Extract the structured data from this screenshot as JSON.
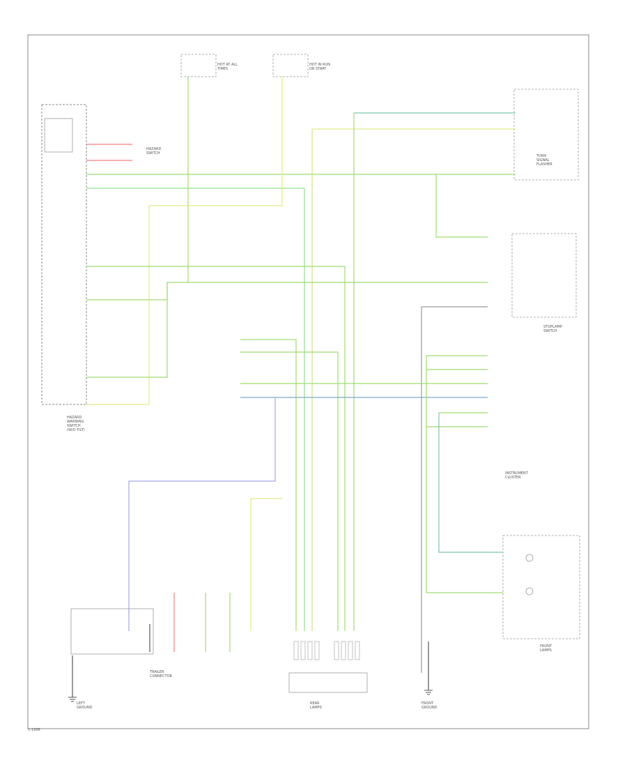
{
  "diagram": {
    "components": {
      "hazard_switch": {
        "lines": [
          "HAZARD",
          "WARNING",
          "SWITCH",
          "(W/O TILT)"
        ]
      },
      "turn_signal_switch": {
        "lines": [
          "HAZARD",
          "SWITCH"
        ]
      },
      "hot_fuse": {
        "lines": [
          "HOT AT ALL",
          "TIMES"
        ]
      },
      "hot_run_fuse": {
        "lines": [
          "HOT IN RUN",
          "OR START"
        ]
      },
      "flasher": {
        "lines": [
          "TURN",
          "SIGNAL",
          "FLASHER"
        ]
      },
      "stoplamp_switch": {
        "lines": [
          "STOPLAMP",
          "SWITCH"
        ]
      },
      "instrument_cluster": {
        "lines": [
          "INSTRUMENT",
          "CLUSTER"
        ]
      },
      "front_lamps": {
        "lines": [
          "FRONT",
          "LAMPS"
        ]
      },
      "trailer_connector": {
        "lines": [
          "TRAILER",
          "CONNECTOR"
        ]
      },
      "rear_lamps": {
        "lines": [
          "REAR",
          "LAMPS"
        ]
      },
      "left_ground": {
        "lines": [
          "LEFT",
          "GROUND"
        ]
      },
      "front_ground": {
        "lines": [
          "FRONT",
          "GROUND"
        ]
      }
    },
    "footer": "1-1996"
  }
}
